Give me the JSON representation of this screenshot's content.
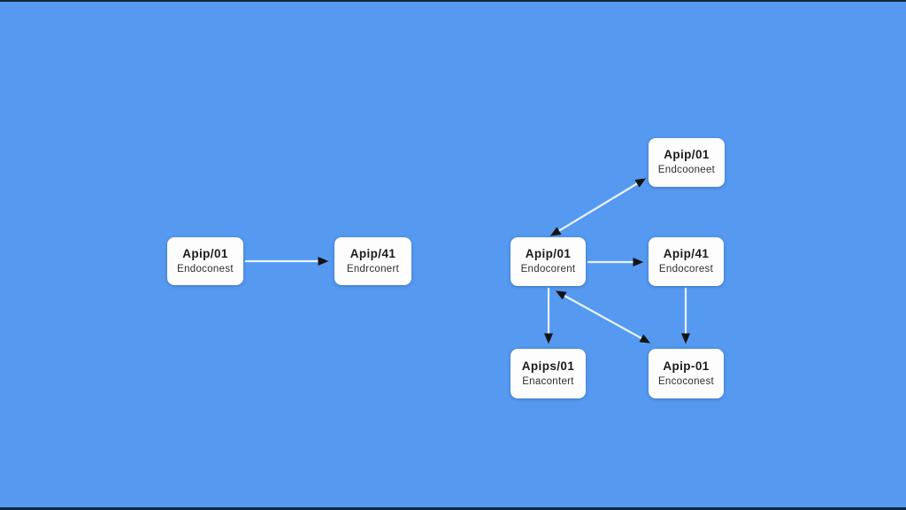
{
  "canvas": {
    "background_color": "#559af0",
    "edge_bar_color": "#0a101a",
    "node_fill_color": "#fdfdfd",
    "connector_line_color": "#e9f2fe",
    "arrowhead_color": "#141414"
  },
  "diagram": {
    "nodes": [
      {
        "id": "left-a",
        "title": "Apip/01",
        "subtitle": "Endoconest"
      },
      {
        "id": "left-b",
        "title": "Apip/41",
        "subtitle": "Endrconert"
      },
      {
        "id": "hub",
        "title": "Apip/01",
        "subtitle": "Endocorent"
      },
      {
        "id": "top-right",
        "title": "Apip/01",
        "subtitle": "Endcooneet"
      },
      {
        "id": "mid-right",
        "title": "Apip/41",
        "subtitle": "Endocorest"
      },
      {
        "id": "bottom-left",
        "title": "Apips/01",
        "subtitle": "Enacontert"
      },
      {
        "id": "bottom-right",
        "title": "Apip-01",
        "subtitle": "Encoconest"
      }
    ],
    "edges": [
      {
        "from": "left-a",
        "to": "left-b",
        "direction": "one-way"
      },
      {
        "from": "hub",
        "to": "top-right",
        "direction": "two-way"
      },
      {
        "from": "hub",
        "to": "mid-right",
        "direction": "one-way"
      },
      {
        "from": "hub",
        "to": "bottom-left",
        "direction": "one-way"
      },
      {
        "from": "hub",
        "to": "bottom-right",
        "direction": "two-way"
      },
      {
        "from": "mid-right",
        "to": "bottom-right",
        "direction": "one-way"
      }
    ]
  }
}
